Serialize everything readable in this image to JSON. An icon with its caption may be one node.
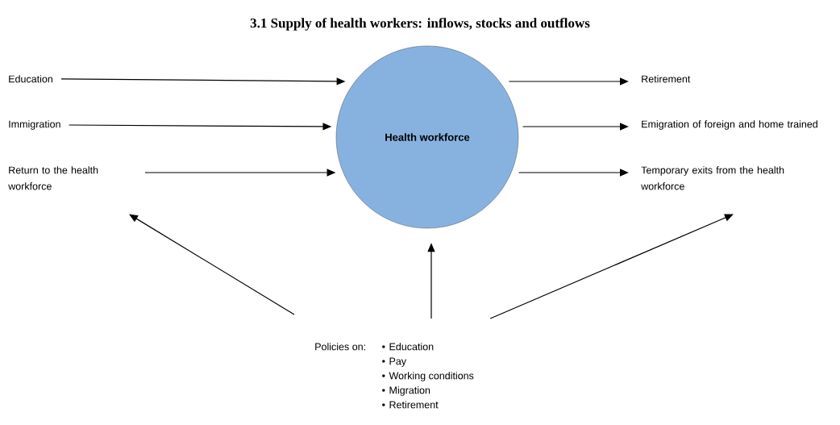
{
  "diagram": {
    "title": "3.1 Supply of health workers: inflows, stocks and outflows",
    "nodes": [
      {
        "text": [
          "Education"
        ]
      },
      {
        "text": [
          "Immigration"
        ]
      },
      {
        "text": [
          "Return to the health workforce"
        ]
      },
      {
        "text": [
          "Health workforce"
        ]
      },
      {
        "text": [
          "Retirement"
        ]
      },
      {
        "text": [
          "Emigration of foreign and home trained"
        ]
      },
      {
        "text": [
          "Temporary exits from the health workforce"
        ]
      },
      {
        "text": [
          "Policies on:",
          "Education",
          "Pay",
          "Working conditions",
          "Migration",
          "Retirement"
        ]
      }
    ],
    "edges": [
      {
        "from": 0,
        "to": 3,
        "arrow": "to"
      },
      {
        "from": 1,
        "to": 3,
        "arrow": "to"
      },
      {
        "from": 2,
        "to": 3,
        "arrow": "to"
      },
      {
        "from": 3,
        "to": 4,
        "arrow": "to"
      },
      {
        "from": 3,
        "to": 5,
        "arrow": "to"
      },
      {
        "from": 3,
        "to": 6,
        "arrow": "to"
      },
      {
        "from": 7,
        "to": 2,
        "arrow": "to"
      },
      {
        "from": 7,
        "to": 3,
        "arrow": "to"
      },
      {
        "from": 7,
        "to": 6,
        "arrow": "to"
      }
    ]
  }
}
